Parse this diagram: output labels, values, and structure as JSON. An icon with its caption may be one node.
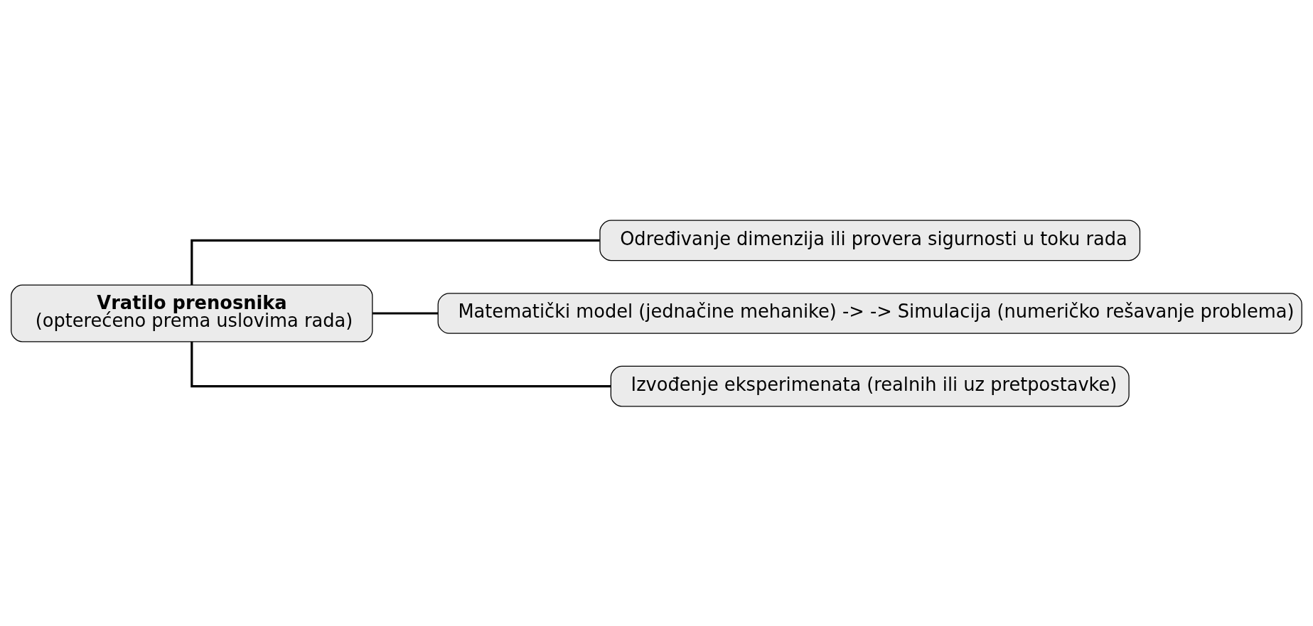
{
  "diagram": {
    "nodes": [
      {
        "text": [
          "Vratilo prenosnika",
          "(opterećeno prema uslovima rada)"
        ]
      },
      {
        "text": [
          "Određivanje dimenzija ili provera sigurnosti u toku rada"
        ]
      },
      {
        "text": [
          "Matematički model (jednačine mehanike) -> -> Simulacija (numeričko rešavanje problema)"
        ]
      },
      {
        "text": [
          "Izvođenje eksperimenata (realnih ili uz pretpostavke)"
        ]
      }
    ],
    "edges": [
      {
        "from": 0,
        "to": 1,
        "arrow": "none"
      },
      {
        "from": 0,
        "to": 2,
        "arrow": "none"
      },
      {
        "from": 0,
        "to": 3,
        "arrow": "none"
      }
    ]
  }
}
